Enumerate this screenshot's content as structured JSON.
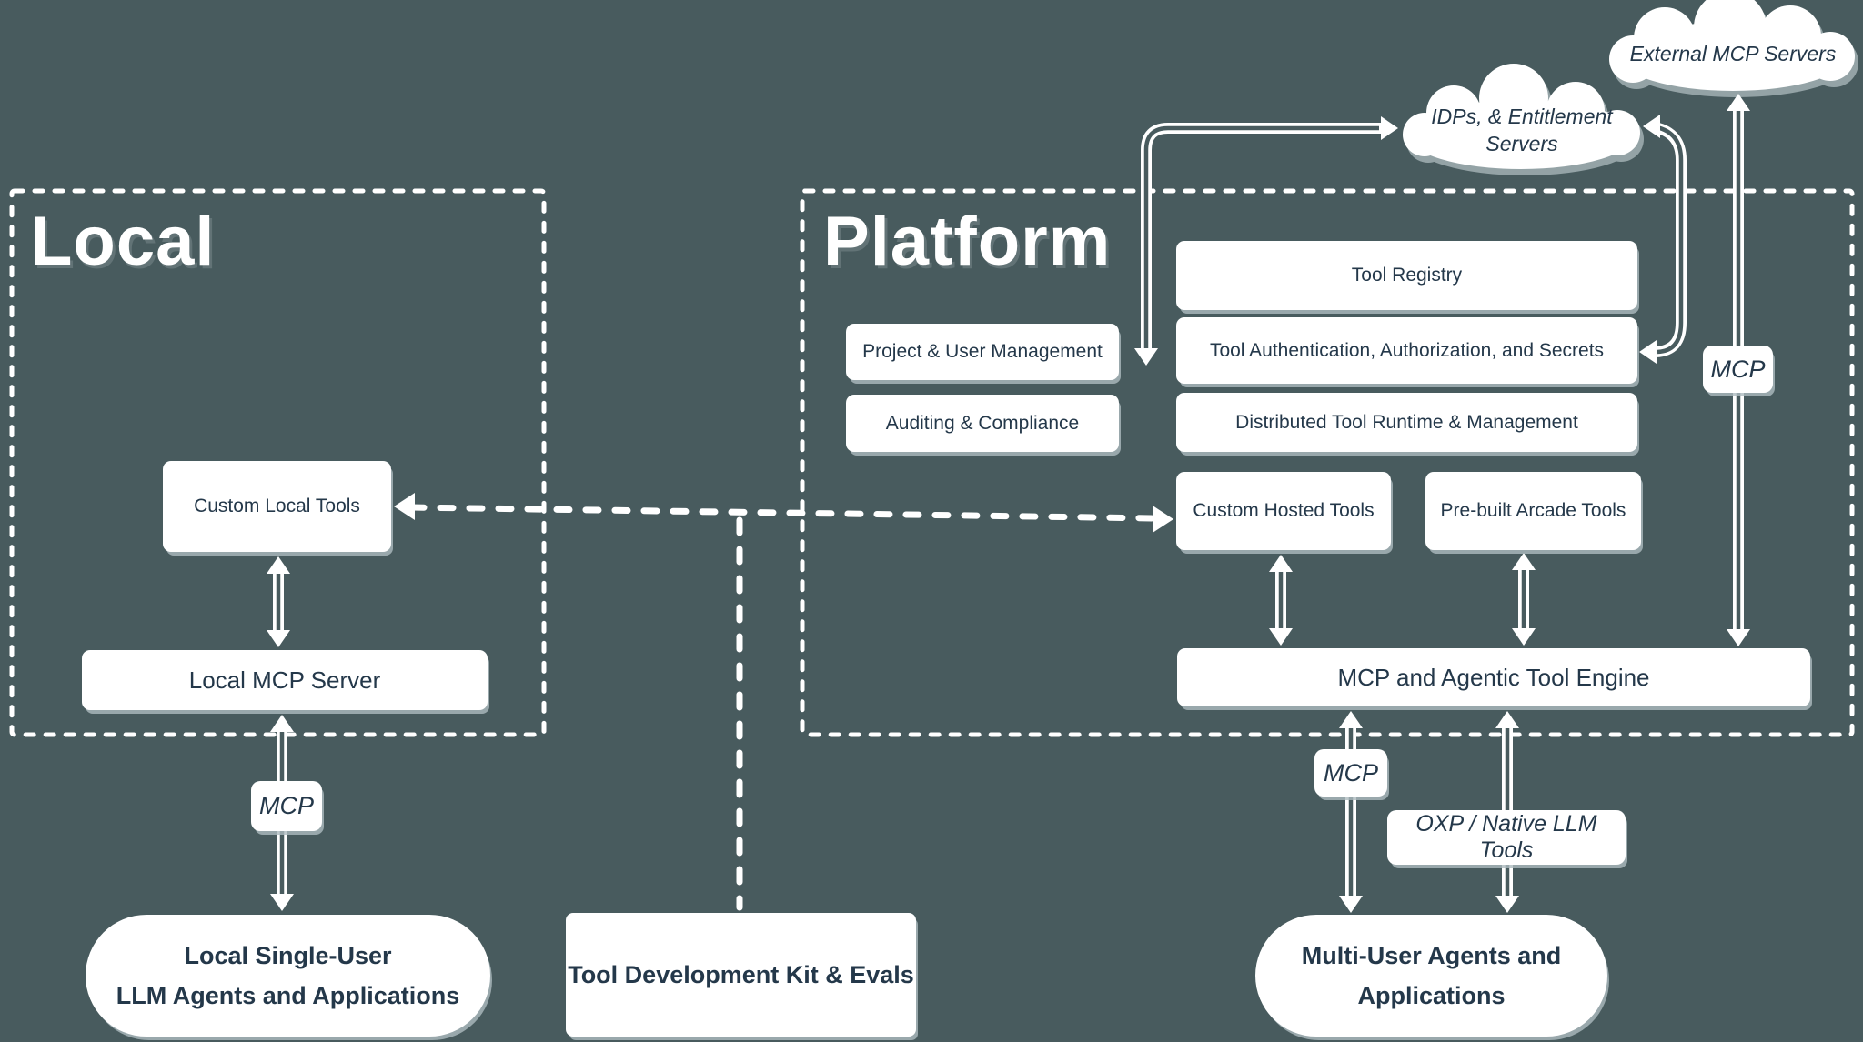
{
  "colors": {
    "background": "#485B5E",
    "ink": "#24384A",
    "shape_fill": "#FFFFFF",
    "shadow": "#AEBCBF"
  },
  "regions": {
    "local": {
      "title": "Local"
    },
    "platform": {
      "title": "Platform"
    }
  },
  "local_boxes": {
    "custom_local_tools": "Custom Local Tools",
    "local_mcp_server": "Local MCP Server"
  },
  "platform_boxes": {
    "tool_registry": "Tool Registry",
    "project_user_mgmt": "Project & User Management",
    "tool_auth": "Tool Authentication, Authorization, and Secrets",
    "auditing": "Auditing & Compliance",
    "runtime": "Distributed Tool Runtime & Management",
    "custom_hosted": "Custom Hosted Tools",
    "prebuilt": "Pre-built Arcade Tools",
    "engine": "MCP and Agentic Tool Engine"
  },
  "clouds": {
    "external": "External MCP Servers",
    "idps_line1": "IDPs, & Entitlement",
    "idps_line2": "Servers"
  },
  "protocol_labels": {
    "mcp_local": "MCP",
    "mcp_platform": "MCP",
    "mcp_external": "MCP",
    "oxp": "OXP / Native LLM Tools"
  },
  "bottom": {
    "local_pill_line1": "Local Single-User",
    "local_pill_line2": "LLM Agents and Applications",
    "tdk": "Tool Development Kit & Evals",
    "multi_pill_line1": "Multi-User Agents and",
    "multi_pill_line2": "Applications"
  }
}
